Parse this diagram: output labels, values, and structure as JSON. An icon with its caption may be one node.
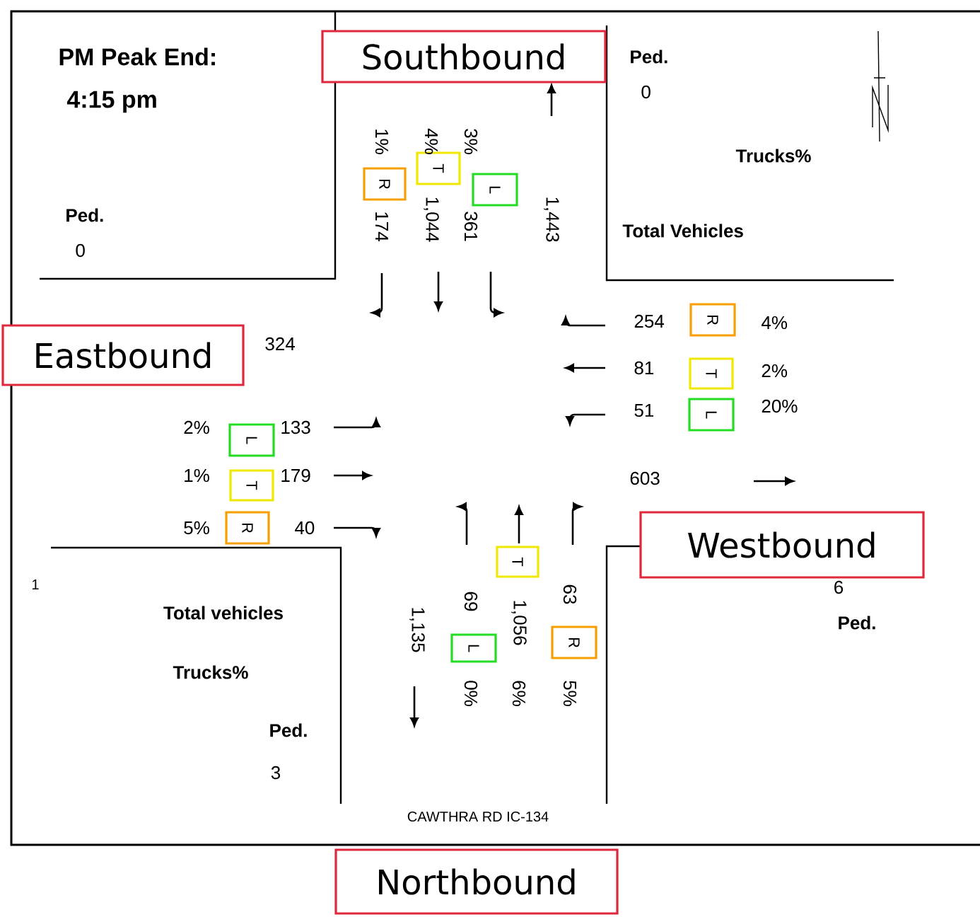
{
  "diagram": {
    "nodes": [
      {
        "text": [
          "Southbound"
        ]
      },
      {
        "text": [
          "R"
        ]
      },
      {
        "text": [
          "T"
        ]
      },
      {
        "text": [
          "L"
        ]
      },
      {
        "text": [
          "R"
        ]
      },
      {
        "text": [
          "T"
        ]
      },
      {
        "text": [
          "L"
        ]
      },
      {
        "text": [
          "Eastbound"
        ]
      },
      {
        "text": [
          "L"
        ]
      },
      {
        "text": [
          "T"
        ]
      },
      {
        "text": [
          "R"
        ]
      },
      {
        "text": [
          "Westbound"
        ]
      },
      {
        "text": [
          "T"
        ]
      },
      {
        "text": [
          "L"
        ]
      },
      {
        "text": [
          "R"
        ]
      },
      {
        "text": [
          "Northbound"
        ]
      }
    ],
    "labels": [
      "PM Peak End:",
      "4:15 pm",
      "Ped.",
      "0",
      "1%",
      "4%",
      "3%",
      "174",
      "1,044",
      "361",
      "1,443",
      "Ped.",
      "0",
      "Trucks%",
      "Total Vehicles",
      "254",
      "4%",
      "81",
      "2%",
      "51",
      "20%",
      "324",
      "2%",
      "133",
      "1%",
      "179",
      "5%",
      "40",
      "603",
      "6",
      "Ped.",
      "1",
      "Total vehicles",
      "1,135",
      "69",
      "1,056",
      "63",
      "Trucks%",
      "0%",
      "6%",
      "5%",
      "Ped.",
      "3",
      "CAWTHRA RD IC-134"
    ]
  }
}
